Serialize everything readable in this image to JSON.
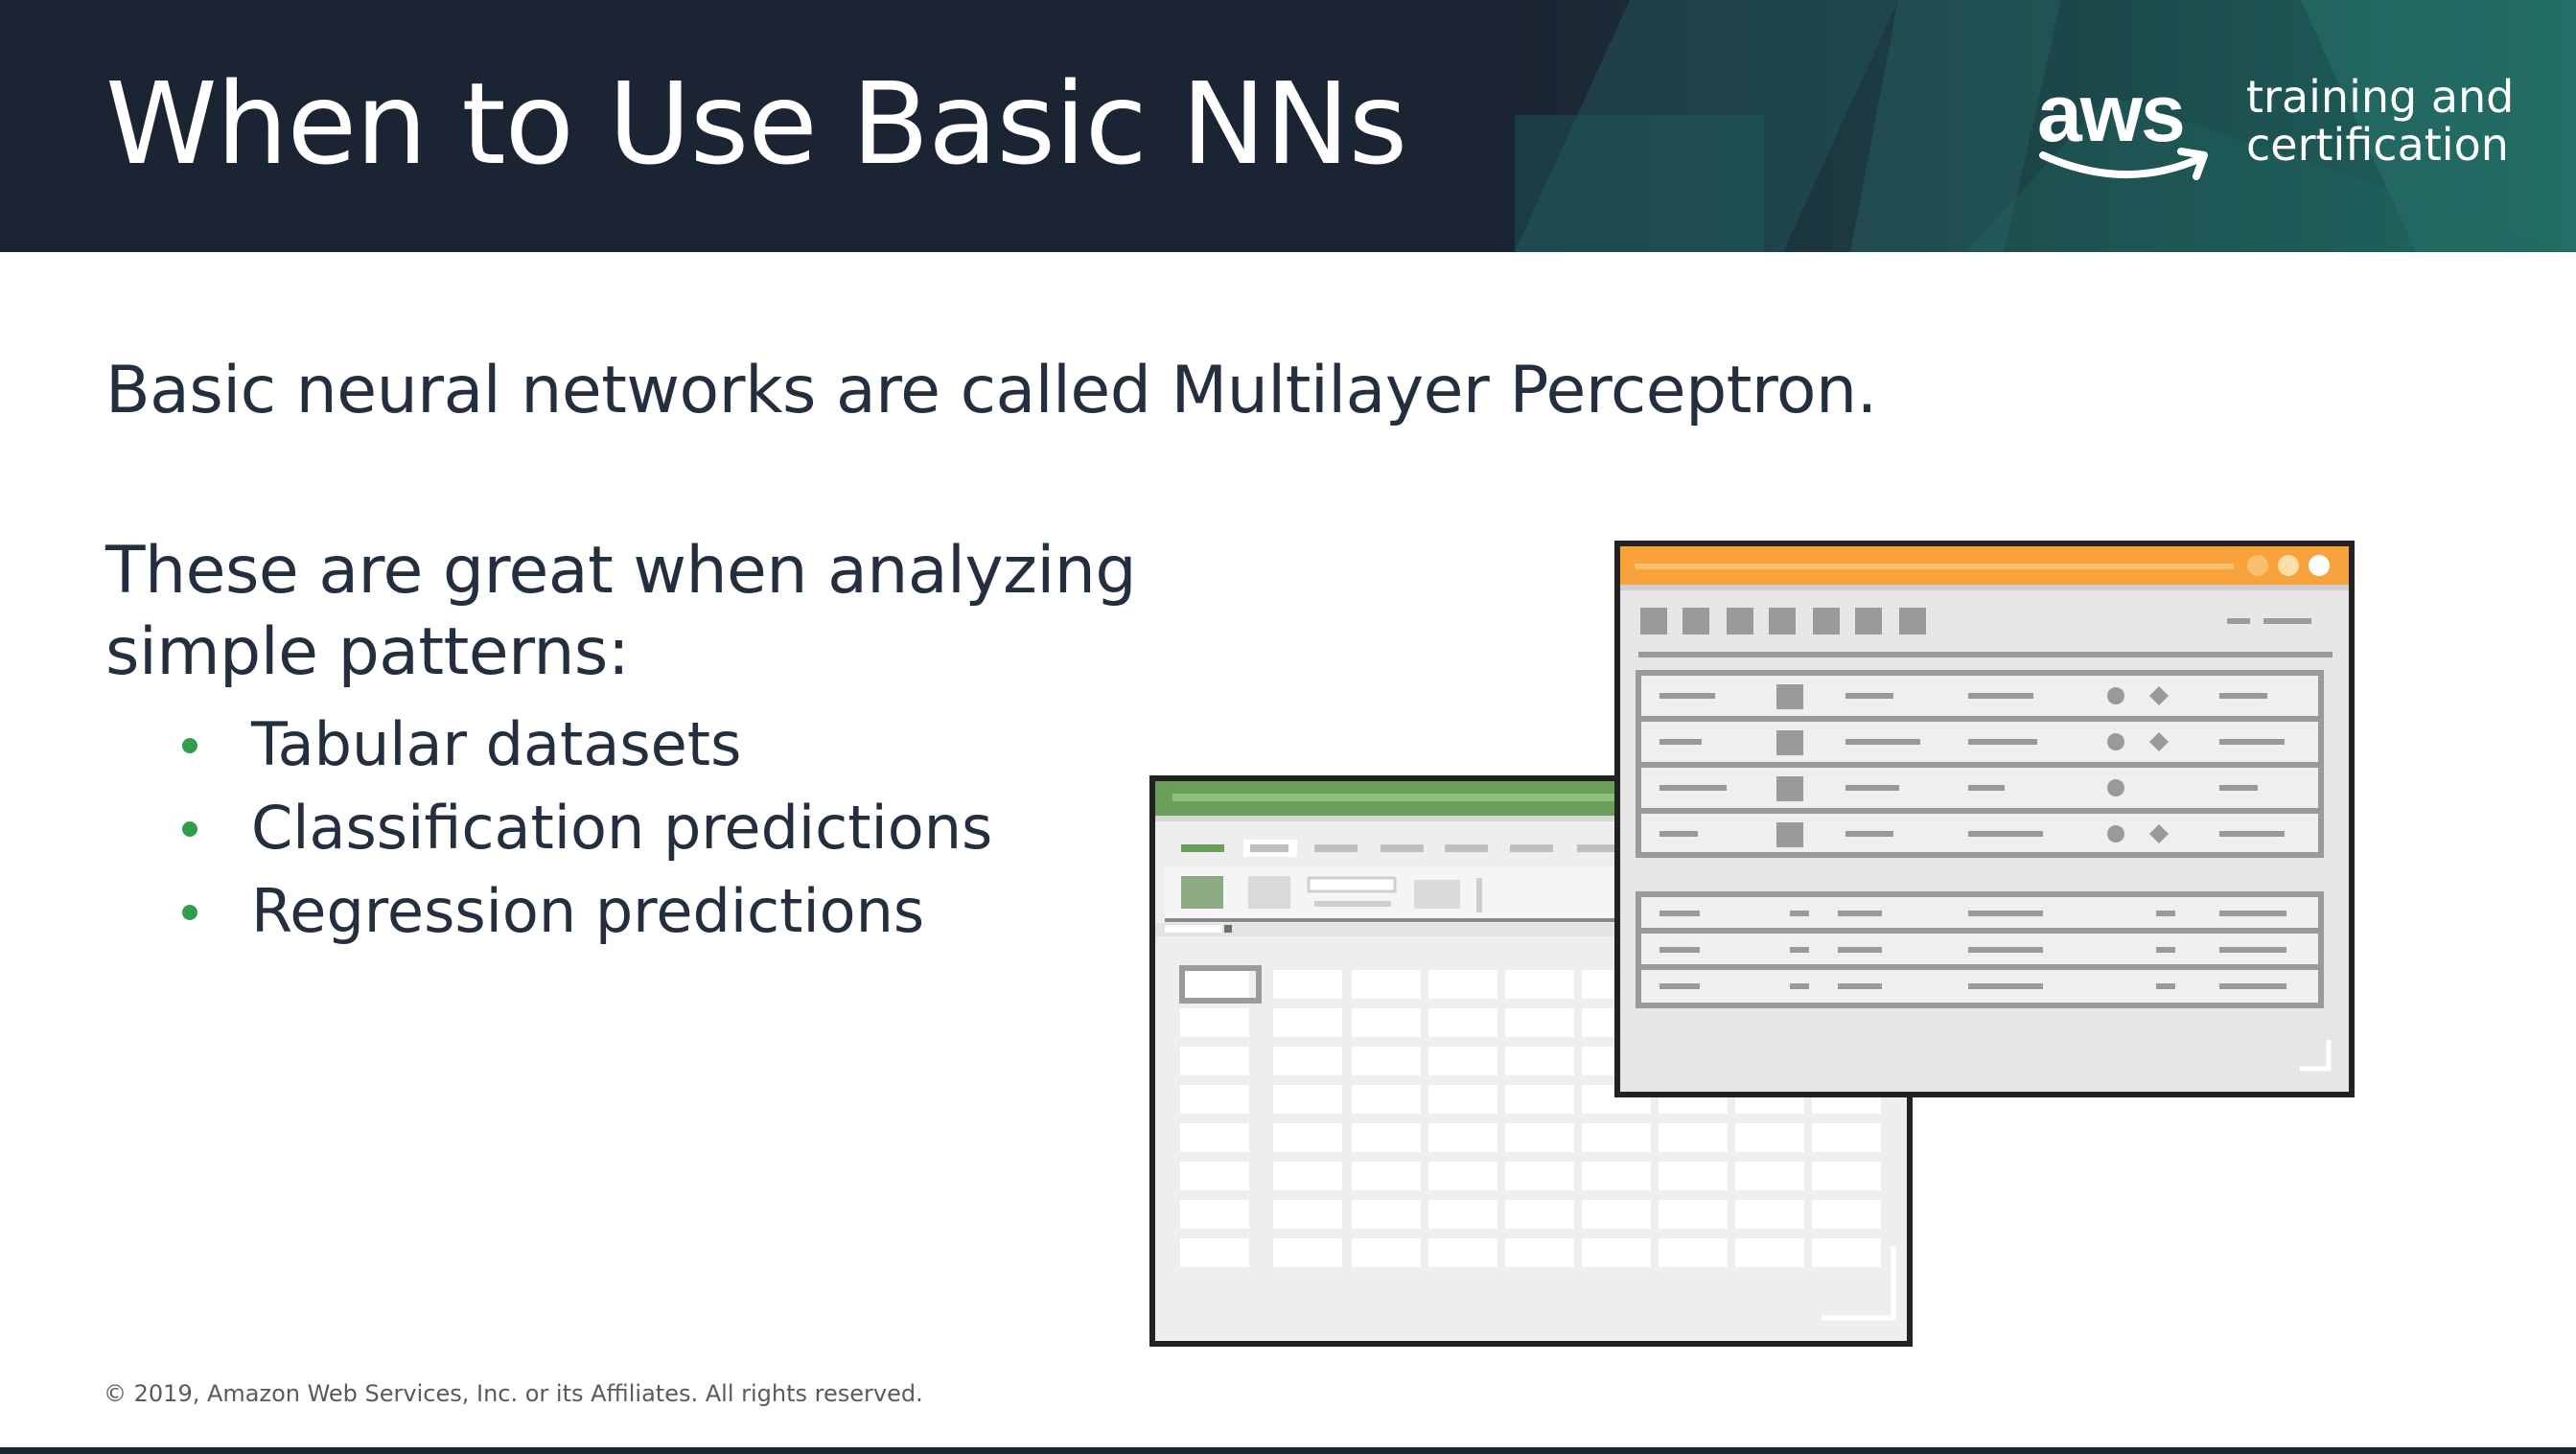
{
  "slide": {
    "title": "When to Use Basic NNs",
    "intro": "Basic neural networks are called Multilayer Perceptron.",
    "lead": "These are great when analyzing simple patterns:",
    "bullets": [
      "Tabular datasets",
      "Classification predictions",
      "Regression predictions"
    ],
    "footer": "© 2019, Amazon Web Services, Inc. or its Affiliates. All rights reserved."
  },
  "logo": {
    "wordmark": "aws",
    "tagline_line1": "training and",
    "tagline_line2": "certification"
  },
  "illustration": {
    "front_window": "database-app-window",
    "back_window": "spreadsheet-window"
  },
  "colors": {
    "header_bg": "#1b2432",
    "header_accent": "#1f6f66",
    "bullet": "#2e9e4f",
    "database_titlebar": "#f7a23b",
    "spreadsheet_titlebar": "#6a9f59",
    "text": "#232f3e"
  }
}
